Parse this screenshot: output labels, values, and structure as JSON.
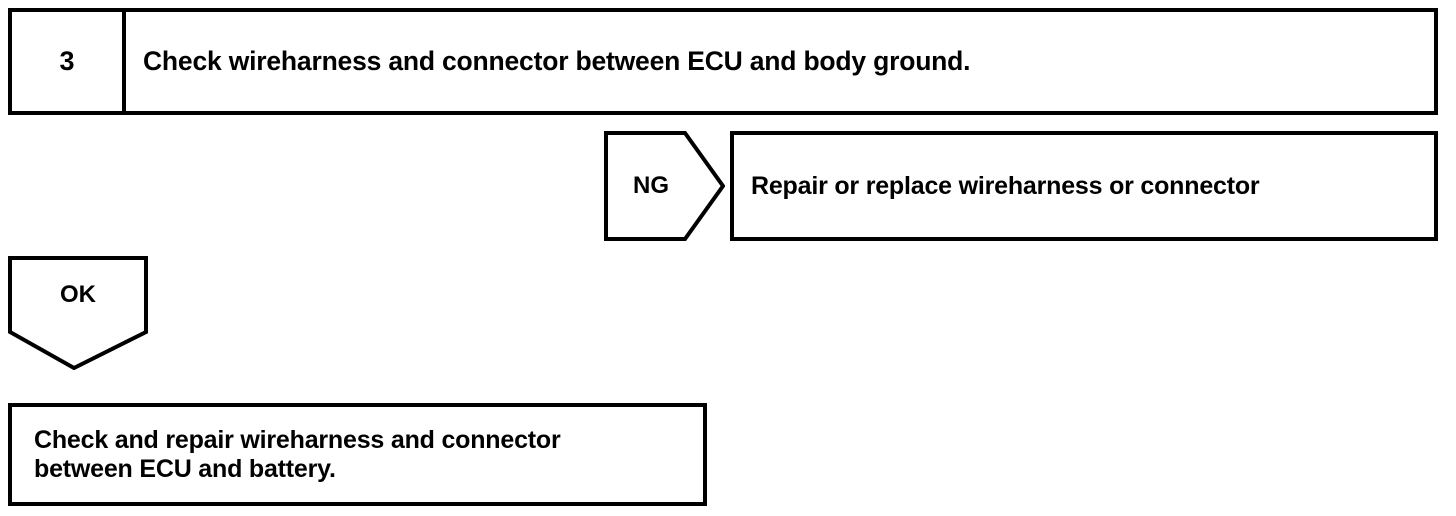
{
  "colors": {
    "ink": "#000000",
    "paper": "#ffffff"
  },
  "flowchart": {
    "step": {
      "number": "3",
      "instruction": "Check wireharness and connector between ECU and body ground."
    },
    "branches": [
      {
        "label": "NG",
        "direction": "right",
        "result": "Repair or replace wireharness or connector"
      },
      {
        "label": "OK",
        "direction": "down",
        "result_line_1": "Check and repair wireharness and connector",
        "result_line_2": "between ECU and battery."
      }
    ]
  }
}
